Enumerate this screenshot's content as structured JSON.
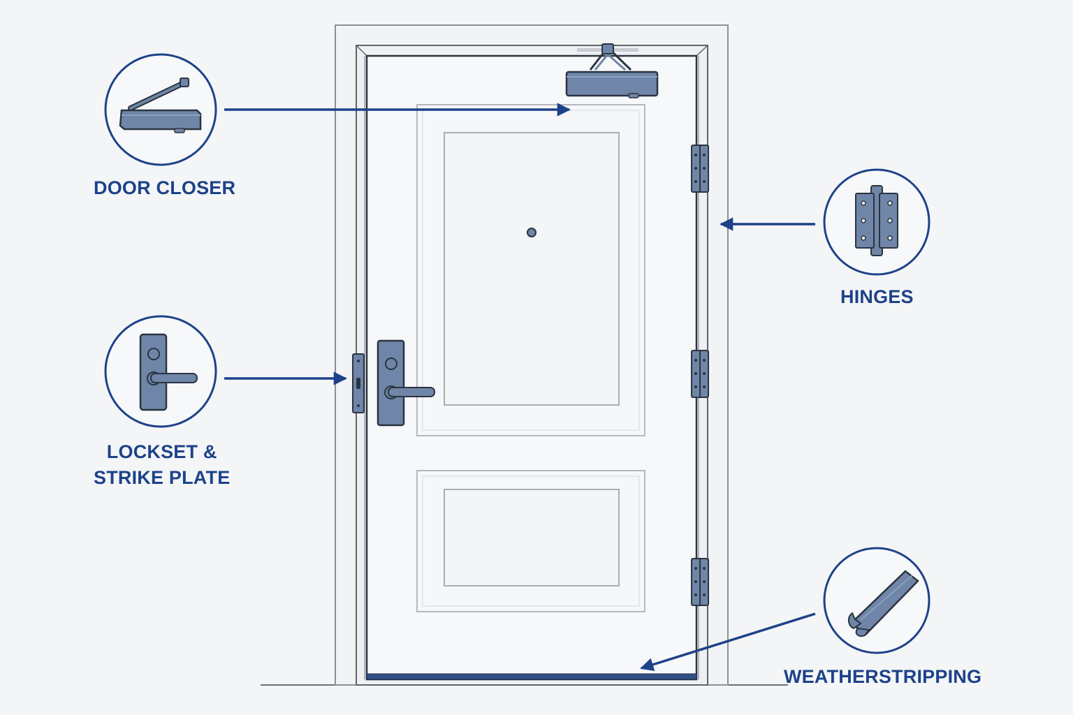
{
  "labels": {
    "door_closer": "DOOR CLOSER",
    "lockset_line1": "LOCKSET &",
    "lockset_line2": "STRIKE PLATE",
    "hinges": "HINGES",
    "weatherstripping": "WEATHERSTRIPPING"
  },
  "colors": {
    "accent": "#1d4289",
    "hardware_fill": "#6f86a8",
    "outline": "#2b3440",
    "background": "#f4f5f7",
    "trim": "#8c9096"
  },
  "icons": [
    "door-closer-icon",
    "lockset-icon",
    "hinge-icon",
    "weatherstrip-icon"
  ]
}
